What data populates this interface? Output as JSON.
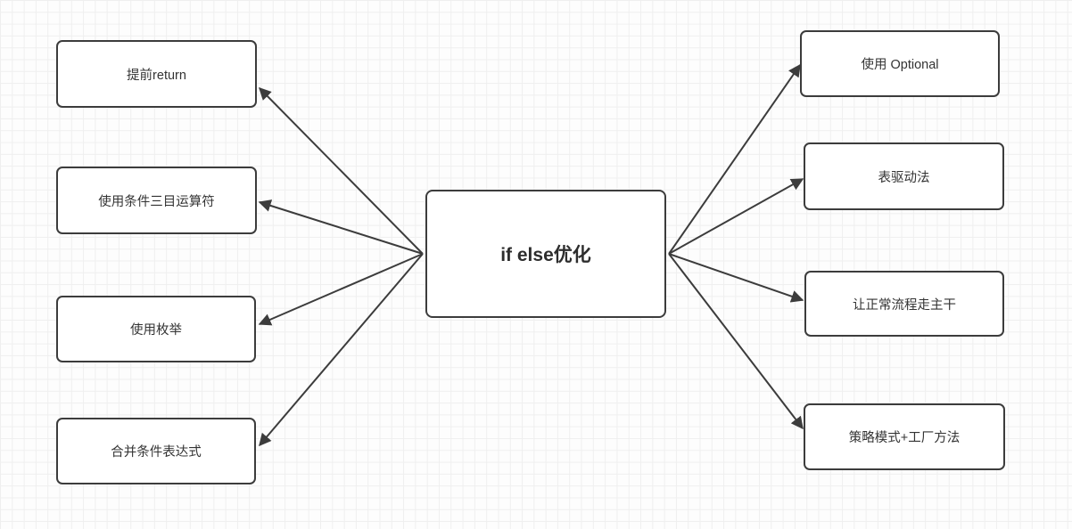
{
  "diagram": {
    "center": {
      "label": "if else优化"
    },
    "left_nodes": [
      {
        "label": "提前return"
      },
      {
        "label": "使用条件三目运算符"
      },
      {
        "label": "使用枚举"
      },
      {
        "label": "合并条件表达式"
      }
    ],
    "right_nodes": [
      {
        "label": "使用 Optional"
      },
      {
        "label": "表驱动法"
      },
      {
        "label": "让正常流程走主干"
      },
      {
        "label": "策略模式+工厂方法"
      }
    ],
    "edges": [
      {
        "from": "center",
        "to": "left-0",
        "arrowhead": "at-target"
      },
      {
        "from": "center",
        "to": "left-1",
        "arrowhead": "at-target"
      },
      {
        "from": "center",
        "to": "left-2",
        "arrowhead": "at-target"
      },
      {
        "from": "center",
        "to": "left-3",
        "arrowhead": "at-target"
      },
      {
        "from": "center",
        "to": "right-0",
        "arrowhead": "at-target"
      },
      {
        "from": "center",
        "to": "right-1",
        "arrowhead": "at-target"
      },
      {
        "from": "center",
        "to": "right-2",
        "arrowhead": "at-target"
      },
      {
        "from": "center",
        "to": "right-3",
        "arrowhead": "at-target"
      }
    ],
    "colors": {
      "stroke": "#3c3c3c",
      "text": "#333333",
      "node_fill": "#ffffff",
      "canvas_background": "#fdfdfd",
      "grid_line": "#efefef"
    }
  }
}
